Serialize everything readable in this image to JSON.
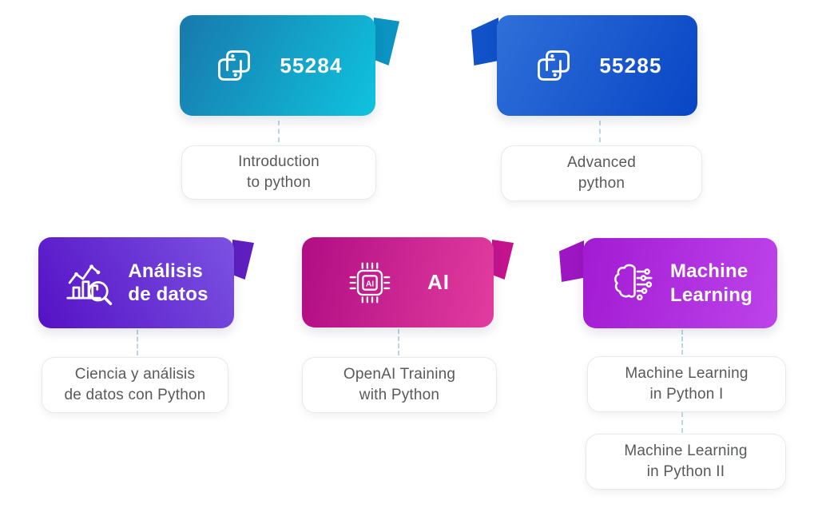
{
  "cards": [
    {
      "name": "intro-python-card",
      "lines": [
        "55284"
      ],
      "icon": "python-icon",
      "gradient_angle": 118,
      "gradient_from": "#1878ad",
      "gradient_to": "#0fc3de",
      "fold_color": "#0b93c1",
      "fold_side": "right"
    },
    {
      "name": "advanced-python-card",
      "lines": [
        "55285"
      ],
      "icon": "python-icon",
      "gradient_angle": 118,
      "gradient_from": "#2f70d9",
      "gradient_to": "#0845c5",
      "fold_color": "#1152c9",
      "fold_side": "left"
    },
    {
      "name": "data-analysis-card",
      "lines": [
        "Análisis",
        "de datos"
      ],
      "icon": "bar-chart-magnifier-icon",
      "gradient_angle": 60,
      "gradient_from": "#5511c5",
      "gradient_to": "#7b52e2",
      "fold_color": "#5f1fc0",
      "fold_side": "right"
    },
    {
      "name": "ai-card",
      "lines": [
        "AI"
      ],
      "icon": "ai-chip-icon",
      "gradient_angle": 100,
      "gradient_from": "#b10d84",
      "gradient_to": "#e23c9f",
      "fold_color": "#c3148e",
      "fold_side": "right"
    },
    {
      "name": "machine-learning-card",
      "lines": [
        "Machine",
        "Learning"
      ],
      "icon": "brain-circuit-icon",
      "gradient_angle": 100,
      "gradient_from": "#a21bd3",
      "gradient_to": "#bd43ea",
      "fold_color": "#9c17c2",
      "fold_side": "left"
    }
  ],
  "boxes": [
    {
      "name": "intro-python-box",
      "lines": [
        "Introduction",
        "to python"
      ]
    },
    {
      "name": "advanced-python-box",
      "lines": [
        "Advanced",
        "python"
      ]
    },
    {
      "name": "ciencia-datos-box",
      "lines": [
        "Ciencia y análisis",
        "de datos con Python"
      ]
    },
    {
      "name": "openai-training-box",
      "lines": [
        "OpenAI Training",
        "with Python"
      ]
    },
    {
      "name": "ml-python-1-box",
      "lines": [
        "Machine Learning",
        "in Python I"
      ]
    },
    {
      "name": "ml-python-2-box",
      "lines": [
        "Machine Learning",
        "in Python II"
      ]
    }
  ],
  "ai_chip_text": "AI",
  "colors": {
    "background": "#ffffff",
    "connector": "#b9d7e3",
    "box_text": "#58595b",
    "box_border": "#e9e9e9",
    "card_text": "#ffffff"
  }
}
